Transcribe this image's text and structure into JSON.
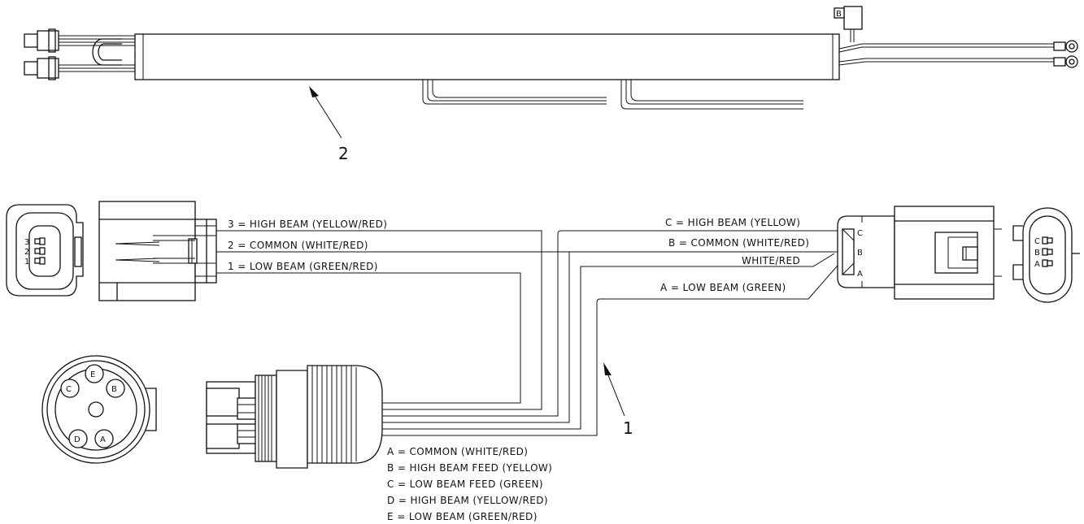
{
  "callouts": {
    "item_2": "2",
    "item_1": "1"
  },
  "left_connector": {
    "pin_labels": [
      "3",
      "2",
      "1"
    ],
    "wires": [
      "3 = HIGH BEAM   (YELLOW/RED)",
      "2 = COMMON   (WHITE/RED)",
      "1 = LOW BEAM   (GREEN/RED)"
    ]
  },
  "right_connector": {
    "pin_labels": [
      "C",
      "B",
      "A"
    ],
    "housing_pin_labels": [
      "C",
      "B",
      "A"
    ],
    "wires": [
      "C = HIGH BEAM   (YELLOW)",
      "B = COMMON   (WHITE/RED)",
      "WHITE/RED",
      "A = LOW BEAM (GREEN)"
    ]
  },
  "round_plug": {
    "pin_labels": [
      "E",
      "C",
      "B",
      "D",
      "A"
    ],
    "legend": [
      "A = COMMON   (WHITE/RED)",
      "B = HIGH BEAM FEED (YELLOW)",
      "C = LOW BEAM   FEED (GREEN)",
      "D = HIGH BEAM (YELLOW/RED)",
      "E = LOW BEAM   (GREEN/RED)"
    ]
  },
  "top_harness": {
    "small_connector_label": "B"
  }
}
